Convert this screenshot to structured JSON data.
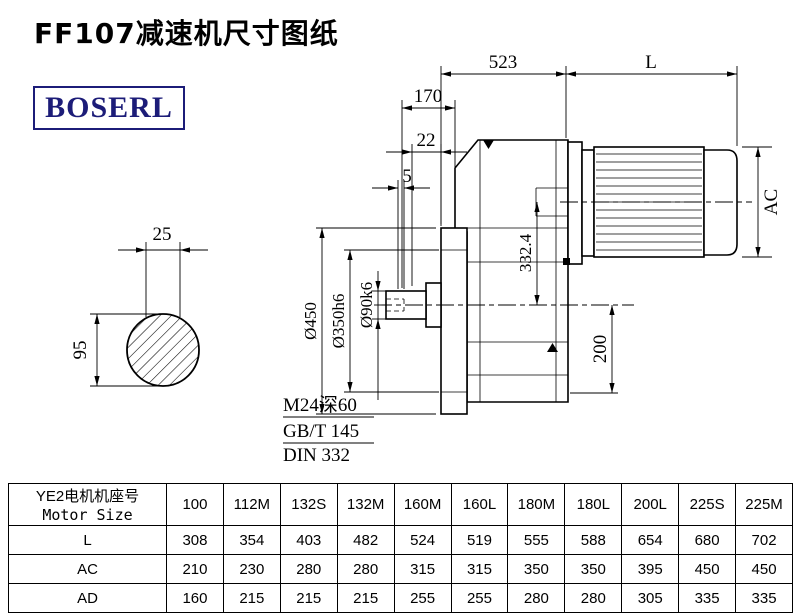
{
  "title": "FF107减速机尺寸图纸",
  "logo": {
    "text": "BOSERL",
    "color": "#1c1c78"
  },
  "drawing": {
    "dimensions": {
      "total_length": "523",
      "motor_length": "L",
      "dim_170": "170",
      "dim_22": "22",
      "dim_5": "5",
      "motor_height": "AC",
      "center_height": "332.4",
      "dim_200": "200",
      "flange_dia": "Ø450",
      "spigot_dia": "Ø350h6",
      "shaft_dia": "Ø90k6",
      "key_width": "25",
      "shaft_section": "95"
    },
    "notes": {
      "line1": "M24深60",
      "line2": "GB/T 145",
      "line3": "DIN 332"
    }
  },
  "table": {
    "header": {
      "line1": "YE2电机机座号",
      "line2": "Motor Size",
      "columns": [
        "100",
        "112M",
        "132S",
        "132M",
        "160M",
        "160L",
        "180M",
        "180L",
        "200L",
        "225S",
        "225M"
      ]
    },
    "rows": [
      {
        "label": "L",
        "values": [
          "308",
          "354",
          "403",
          "482",
          "524",
          "519",
          "555",
          "588",
          "654",
          "680",
          "702"
        ]
      },
      {
        "label": "AC",
        "values": [
          "210",
          "230",
          "280",
          "280",
          "315",
          "315",
          "350",
          "350",
          "395",
          "450",
          "450"
        ]
      },
      {
        "label": "AD",
        "values": [
          "160",
          "215",
          "215",
          "215",
          "255",
          "255",
          "280",
          "280",
          "305",
          "335",
          "335"
        ]
      }
    ]
  }
}
